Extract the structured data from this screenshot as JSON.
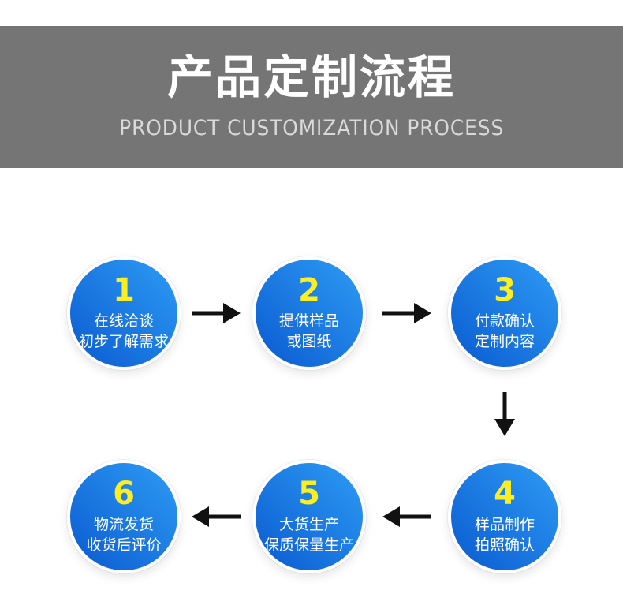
{
  "header": {
    "title": "产品定制流程",
    "subtitle": "PRODUCT CUSTOMIZATION PROCESS"
  },
  "steps": [
    {
      "number": "1",
      "line1": "在线洽谈",
      "line2": "初步了解需求"
    },
    {
      "number": "2",
      "line1": "提供样品",
      "line2": "或图纸"
    },
    {
      "number": "3",
      "line1": "付款确认",
      "line2": "定制内容"
    },
    {
      "number": "4",
      "line1": "样品制作",
      "line2": "拍照确认"
    },
    {
      "number": "5",
      "line1": "大货生产",
      "line2": "保质保量生产"
    },
    {
      "number": "6",
      "line1": "物流发货",
      "line2": "收货后评价"
    }
  ],
  "flow_order": [
    "1",
    "2",
    "3",
    "4",
    "5",
    "6"
  ],
  "icons": {
    "between_1_2": "arrow-right-icon",
    "between_2_3": "arrow-right-icon",
    "between_3_4": "arrow-down-icon",
    "between_4_5": "arrow-left-icon",
    "between_5_6": "arrow-left-icon"
  },
  "colors": {
    "banner_bg": "#757575",
    "banner_title": "#ffffff",
    "banner_subtitle": "#d9d9d9",
    "circle_gradient_start": "#2e9cf4",
    "circle_gradient_end": "#0a5ad0",
    "number_color": "#fcee21",
    "step_text": "#ffffff",
    "arrow_color": "#111111"
  }
}
